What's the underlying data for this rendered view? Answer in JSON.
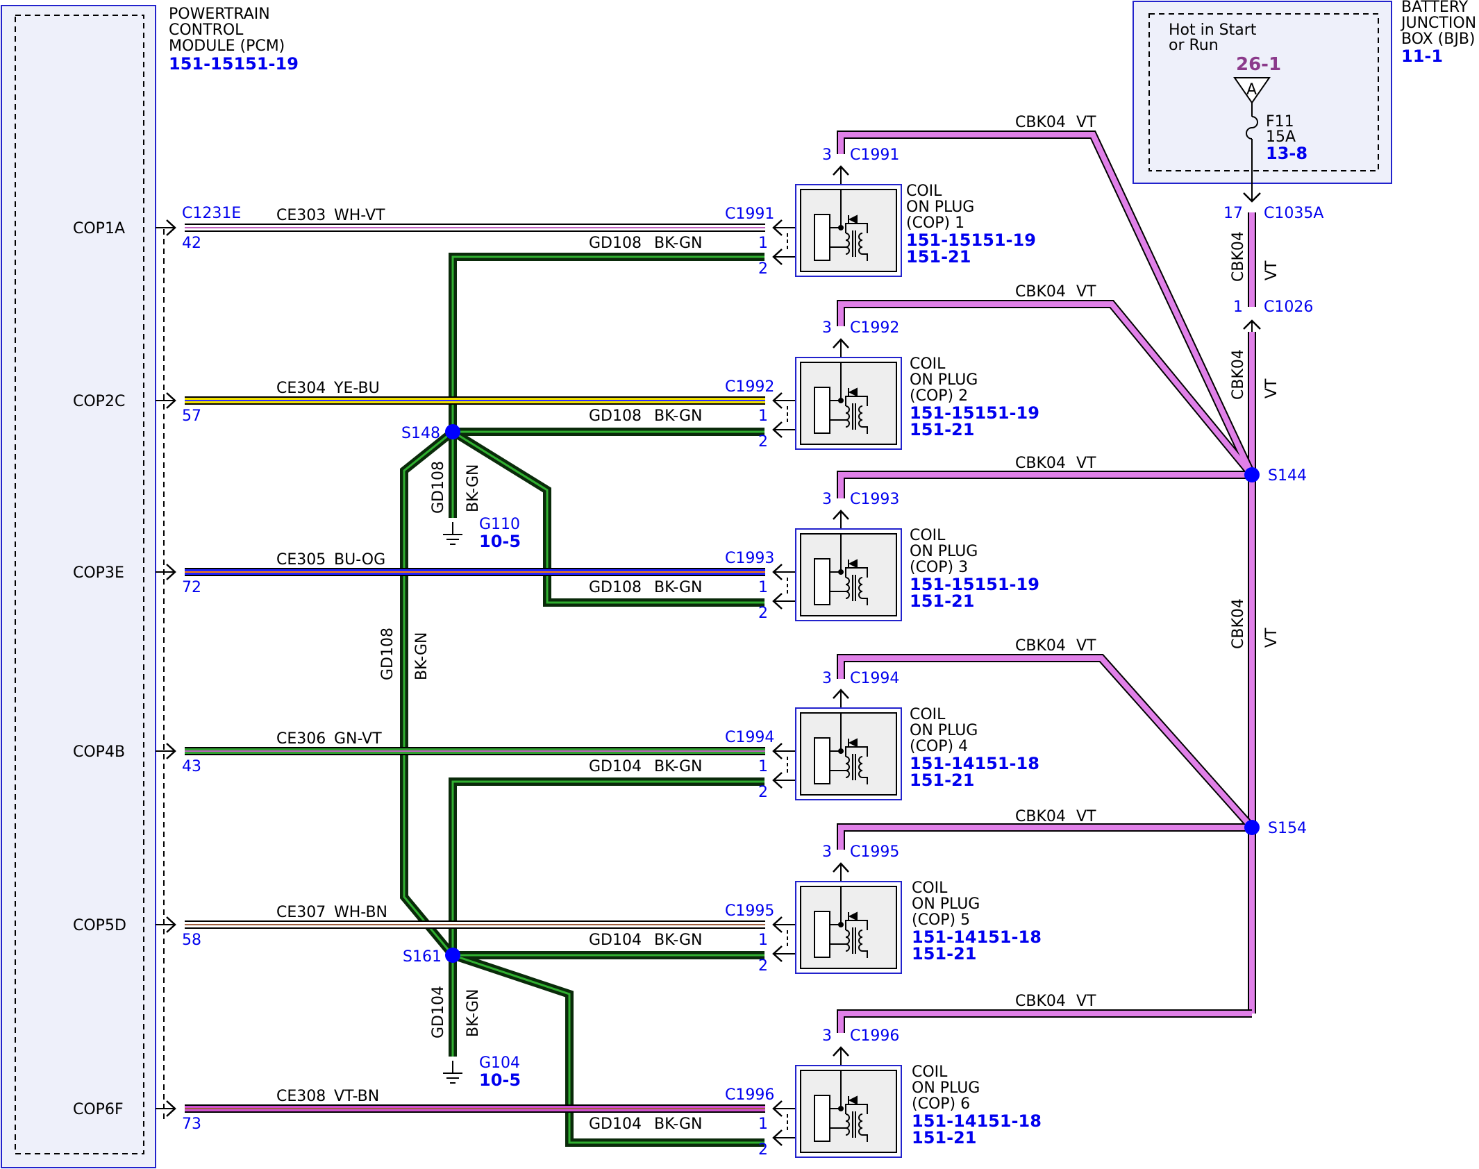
{
  "pcm": {
    "title_lines": [
      "POWERTRAIN",
      "CONTROL",
      "MODULE (PCM)"
    ],
    "ref": "151-15151-19",
    "connector": "C1231E",
    "color": "#2222cc"
  },
  "bjb": {
    "title_lines": [
      "BATTERY",
      "JUNCTION",
      "BOX (BJB)"
    ],
    "ref": "11-1",
    "hot_lines": [
      "Hot in Start",
      "or Run"
    ],
    "circuit_ref": "26-1",
    "circuit_ref_color": "#8b3a8b",
    "terminal": "A",
    "fuse_name": "F11",
    "fuse_rating": "15A",
    "fuse_ref": "13-8",
    "pin": "17",
    "connector": "C1035A"
  },
  "inline_connector": {
    "pin": "1",
    "name": "C1026"
  },
  "feed_wire": {
    "circuit": "CBK04",
    "color_code": "VT"
  },
  "splices": {
    "s144": "S144",
    "s154": "S154",
    "s148": "S148",
    "s161": "S161"
  },
  "grounds": [
    {
      "id": "G110",
      "ref": "10-5",
      "circuit": "GD108",
      "color_code": "BK-GN"
    },
    {
      "id": "G104",
      "ref": "10-5",
      "circuit": "GD104",
      "color_code": "BK-GN"
    }
  ],
  "long_ground_wire": {
    "circuit": "GD108",
    "color_code": "BK-GN"
  },
  "coils": [
    {
      "pcm_pin_name": "COP1A",
      "pcm_pin": "42",
      "signal": "CE303",
      "signal_color": "WH-VT",
      "wire_main": "#ffffff",
      "wire_stripe": "#c060c0",
      "connector": "C1991",
      "ground_circuit": "GD108",
      "ground_color": "BK-GN",
      "feed_circuit": "CBK04",
      "feed_color": "VT",
      "pin_signal": "1",
      "pin_ground": "2",
      "pin_feed": "3",
      "name_lines": [
        "COIL",
        "ON PLUG",
        "(COP) 1"
      ],
      "ref1": "151-15151-19",
      "ref2": "151-21"
    },
    {
      "pcm_pin_name": "COP2C",
      "pcm_pin": "57",
      "signal": "CE304",
      "signal_color": "YE-BU",
      "wire_main": "#f0e000",
      "wire_stripe": "#3030ff",
      "connector": "C1992",
      "ground_circuit": "GD108",
      "ground_color": "BK-GN",
      "feed_circuit": "CBK04",
      "feed_color": "VT",
      "pin_signal": "1",
      "pin_ground": "2",
      "pin_feed": "3",
      "name_lines": [
        "COIL",
        "ON PLUG",
        "(COP) 2"
      ],
      "ref1": "151-15151-19",
      "ref2": "151-21"
    },
    {
      "pcm_pin_name": "COP3E",
      "pcm_pin": "72",
      "signal": "CE305",
      "signal_color": "BU-OG",
      "wire_main": "#2020ff",
      "wire_stripe": "#ff8000",
      "connector": "C1993",
      "ground_circuit": "GD108",
      "ground_color": "BK-GN",
      "feed_circuit": "CBK04",
      "feed_color": "VT",
      "pin_signal": "1",
      "pin_ground": "2",
      "pin_feed": "3",
      "name_lines": [
        "COIL",
        "ON PLUG",
        "(COP) 3"
      ],
      "ref1": "151-15151-19",
      "ref2": "151-21"
    },
    {
      "pcm_pin_name": "COP4B",
      "pcm_pin": "43",
      "signal": "CE306",
      "signal_color": "GN-VT",
      "wire_main": "#30a030",
      "wire_stripe": "#c060c0",
      "connector": "C1994",
      "ground_circuit": "GD104",
      "ground_color": "BK-GN",
      "feed_circuit": "CBK04",
      "feed_color": "VT",
      "pin_signal": "1",
      "pin_ground": "2",
      "pin_feed": "3",
      "name_lines": [
        "COIL",
        "ON PLUG",
        "(COP) 4"
      ],
      "ref1": "151-14151-18",
      "ref2": "151-21"
    },
    {
      "pcm_pin_name": "COP5D",
      "pcm_pin": "58",
      "signal": "CE307",
      "signal_color": "WH-BN",
      "wire_main": "#ffffff",
      "wire_stripe": "#a06040",
      "connector": "C1995",
      "ground_circuit": "GD104",
      "ground_color": "BK-GN",
      "feed_circuit": "CBK04",
      "feed_color": "VT",
      "pin_signal": "1",
      "pin_ground": "2",
      "pin_feed": "3",
      "name_lines": [
        "COIL",
        "ON PLUG",
        "(COP) 5"
      ],
      "ref1": "151-14151-18",
      "ref2": "151-21"
    },
    {
      "pcm_pin_name": "COP6F",
      "pcm_pin": "73",
      "signal": "CE308",
      "signal_color": "VT-BN",
      "wire_main": "#d050d0",
      "wire_stripe": "#a06040",
      "connector": "C1996",
      "ground_circuit": "GD104",
      "ground_color": "BK-GN",
      "feed_circuit": "CBK04",
      "feed_color": "VT",
      "pin_signal": "1",
      "pin_ground": "2",
      "pin_feed": "3",
      "name_lines": [
        "COIL",
        "ON PLUG",
        "(COP) 6"
      ],
      "ref1": "151-14151-18",
      "ref2": "151-21"
    }
  ],
  "colors": {
    "violet_wire": "#e080e8",
    "ground_wire": "#0a2a0a",
    "ground_stripe": "#30b030",
    "splice": "#0000ff",
    "box_fill": "#eeeeee",
    "box_border": "#2222cc"
  }
}
